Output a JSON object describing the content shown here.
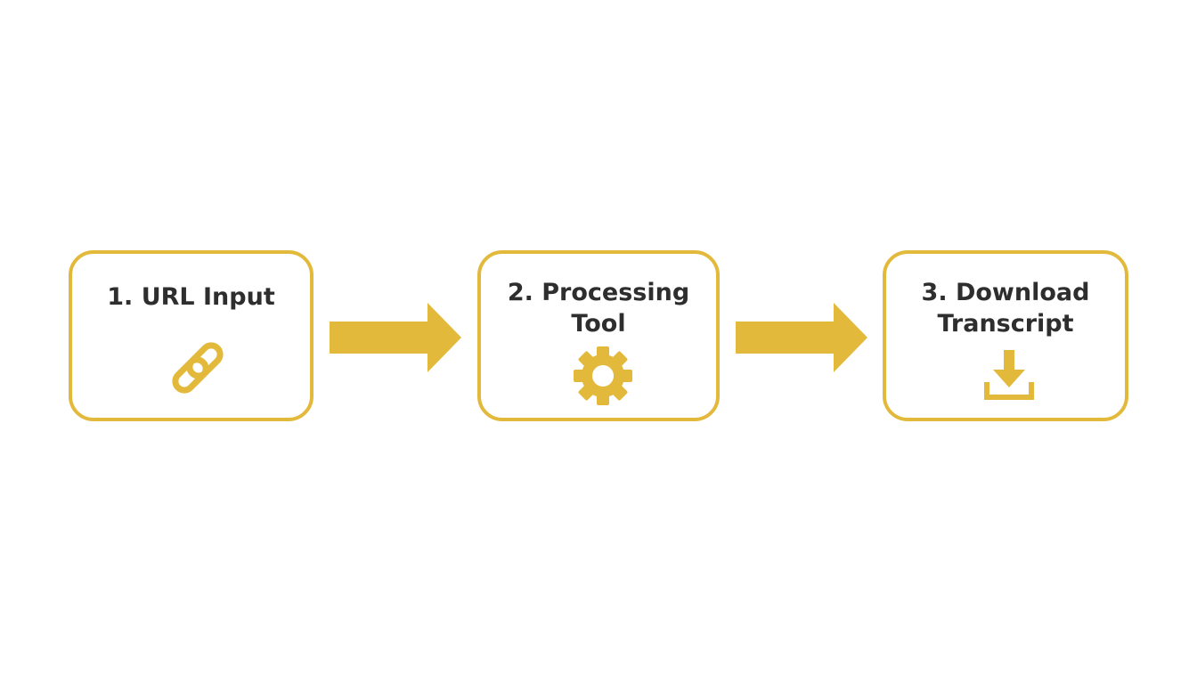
{
  "colors": {
    "accent": "#e2b93b",
    "text": "#2e2e2e",
    "background": "#ffffff"
  },
  "steps": [
    {
      "lines": [
        "1. URL Input"
      ],
      "icon": "link-icon"
    },
    {
      "lines": [
        "2. Processing",
        "Tool"
      ],
      "icon": "gear-icon"
    },
    {
      "lines": [
        "3. Download",
        "Transcript"
      ],
      "icon": "download-icon"
    }
  ],
  "connectors": [
    "arrow-right-icon",
    "arrow-right-icon"
  ]
}
